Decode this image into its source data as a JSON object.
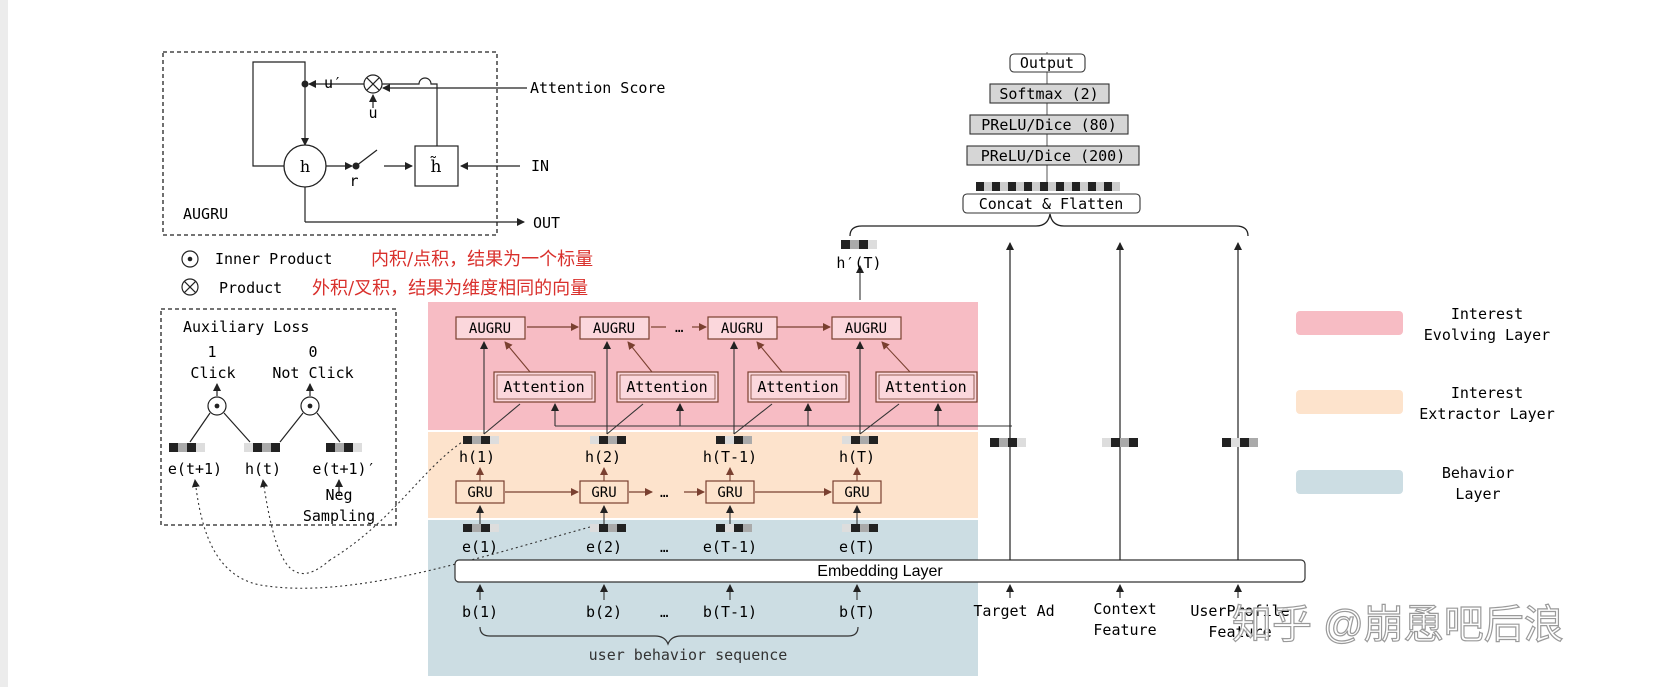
{
  "augru_box": {
    "title": "AUGRU",
    "u_prime": "u′",
    "u": "u",
    "h": "h",
    "h_tilde": "h̃",
    "r": "r",
    "attention_score": "Attention Score",
    "in": "IN",
    "out": "OUT"
  },
  "legend_ops": {
    "inner_product": "Inner Product",
    "inner_product_note": "内积/点积，结果为一个标量",
    "product": "Product",
    "product_note": "外积/叉积，结果为维度相同的向量"
  },
  "aux_loss": {
    "title": "Auxiliary Loss",
    "one": "1",
    "zero": "0",
    "click": "Click",
    "not_click": "Not Click",
    "e_next": "e(t+1)",
    "h_t": "h(t)",
    "e_neg": "e(t+1)′",
    "neg_sampling_1": "Neg",
    "neg_sampling_2": "Sampling"
  },
  "evolving": {
    "augru_label": "AUGRU",
    "attention_label": "Attention",
    "ellipsis": "…"
  },
  "extractor": {
    "gru_label": "GRU",
    "h1": "h(1)",
    "h2": "h(2)",
    "hT1": "h(T-1)",
    "hT": "h(T)",
    "ellipsis": "…"
  },
  "behavior": {
    "e1": "e(1)",
    "e2": "e(2)",
    "eT1": "e(T-1)",
    "eT": "e(T)",
    "embedding_layer": "Embedding Layer",
    "b1": "b(1)",
    "b2": "b(2)",
    "bT1": "b(T-1)",
    "bT": "b(T)",
    "ellipsis": "…",
    "sequence_label": "user behavior sequence"
  },
  "top": {
    "output": "Output",
    "softmax": "Softmax (2)",
    "prelu80": "PReLU/Dice (80)",
    "prelu200": "PReLU/Dice (200)",
    "concat": "Concat & Flatten",
    "h_prime_T": "h′(T)"
  },
  "features": {
    "target_ad": "Target Ad",
    "context_1": "Context",
    "context_2": "Feature",
    "user_profile_1": "UserProfile",
    "user_profile_2": "Feature"
  },
  "layer_legend": {
    "evolving_1": "Interest",
    "evolving_2": "Evolving Layer",
    "extractor_1": "Interest",
    "extractor_2": "Extractor Layer",
    "behavior_1": "Behavior",
    "behavior_2": "Layer"
  },
  "watermark": "知乎 @崩恿吧后浪",
  "colors": {
    "evolving": "#f7bcc4",
    "extractor": "#fde3cc",
    "behavior": "#ccdde3",
    "box_stroke": "#8b4a3a",
    "note_red": "#d9302c",
    "grey_box": "#d6d6d6"
  }
}
